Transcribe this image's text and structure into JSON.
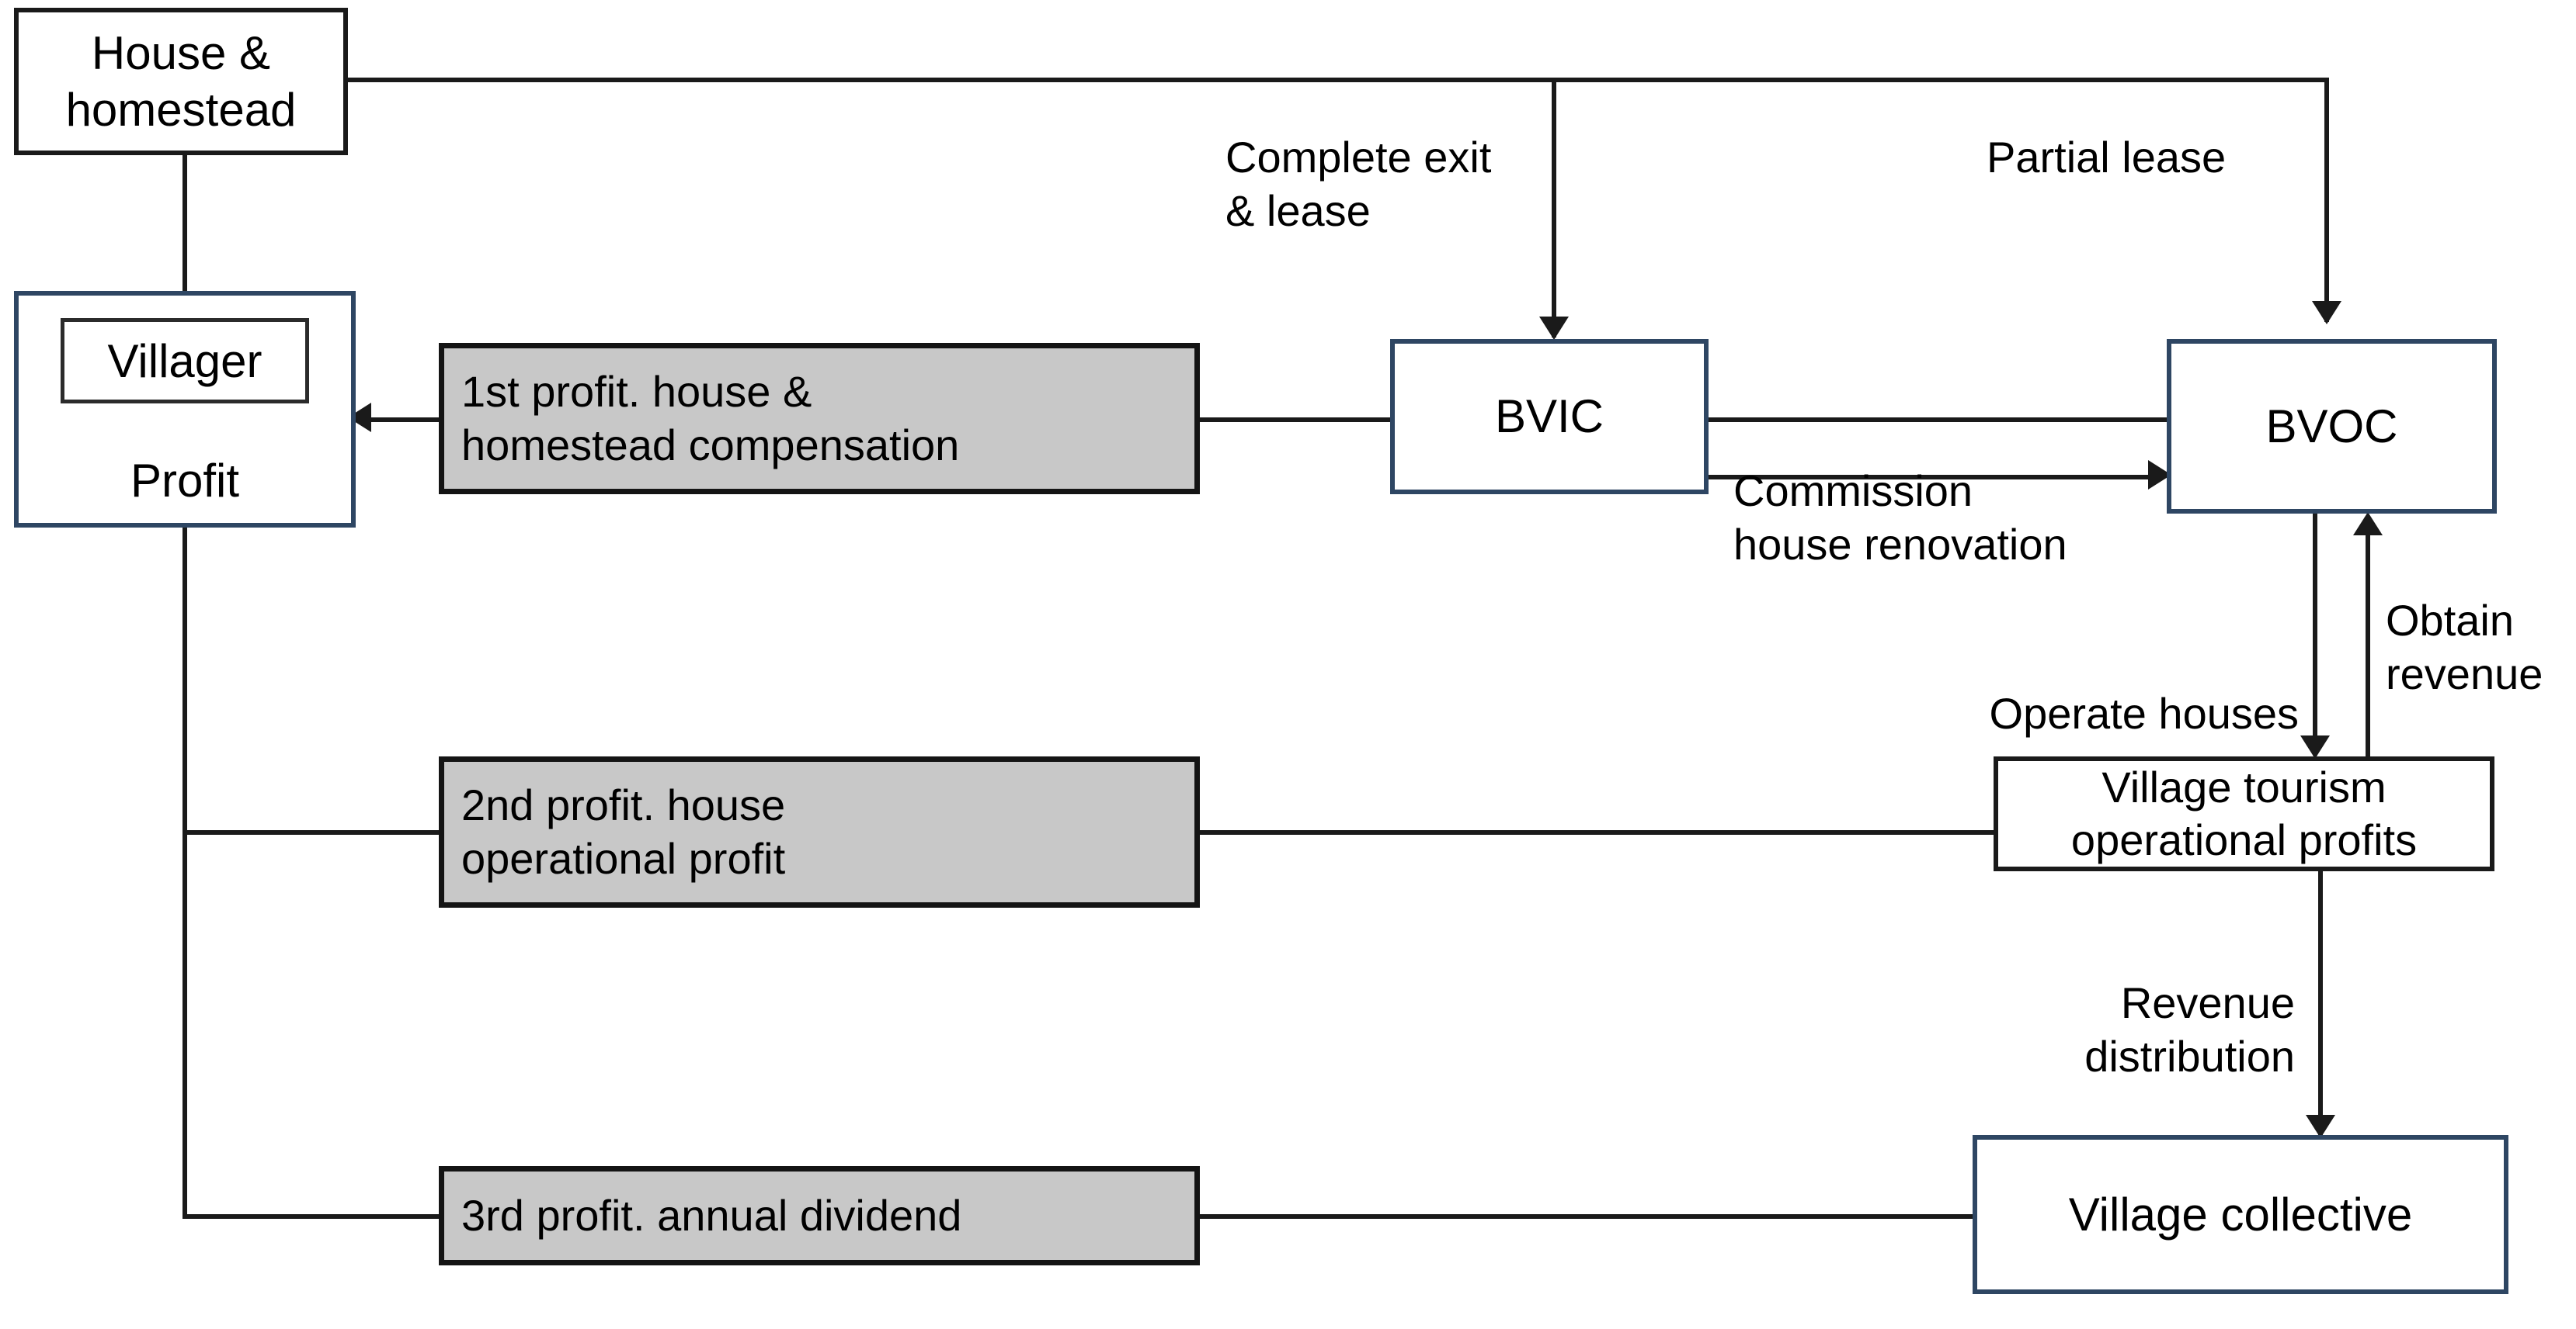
{
  "diagram": {
    "type": "flowchart",
    "title": "Village house and homestead lease profit distribution flow",
    "colors": {
      "navy_border": "#2e4663",
      "black_border": "#1a1a1a",
      "gray_fill": "#c8c8c8",
      "white_fill": "#ffffff",
      "text": "#000000"
    },
    "nodes": {
      "house_homestead": {
        "label": "House &\nhomestead"
      },
      "villager_outer": {
        "label": "Profit"
      },
      "villager_inner": {
        "label": "Villager"
      },
      "profit_1": {
        "label": "1st profit. house &\nhomestead compensation"
      },
      "profit_2": {
        "label": "2nd profit. house\noperational profit"
      },
      "profit_3": {
        "label": "3rd profit. annual dividend"
      },
      "bvic": {
        "label": "BVIC"
      },
      "bvoc": {
        "label": "BVOC"
      },
      "village_tourism": {
        "label": "Village tourism\noperational profits"
      },
      "village_collective": {
        "label": "Village collective"
      }
    },
    "edge_labels": {
      "complete_exit_lease": "Complete exit\n& lease",
      "partial_lease": "Partial lease",
      "commission_house_renovation": "Commission\nhouse renovation",
      "operate_houses": "Operate houses",
      "obtain_revenue": "Obtain\nrevenue",
      "revenue_distribution": "Revenue\ndistribution"
    }
  }
}
